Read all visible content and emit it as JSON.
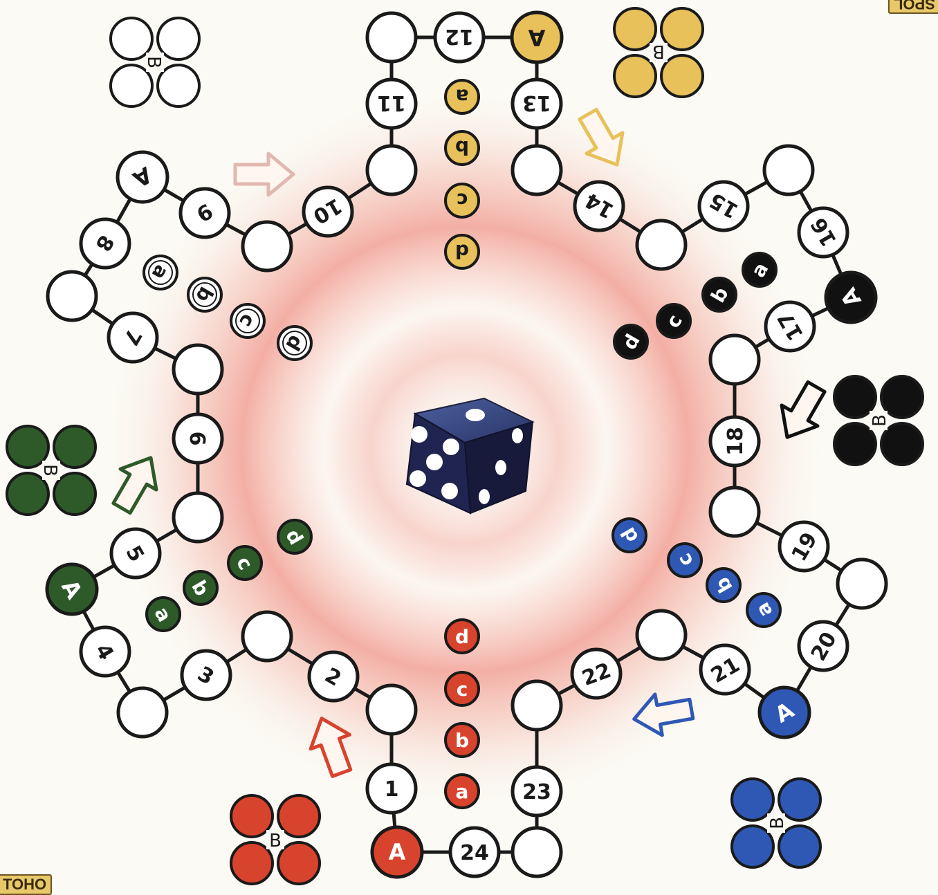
{
  "board": {
    "background": "#fbfaf4",
    "glow_color": "#ef8f8f",
    "track_stroke": "#1a1a1a"
  },
  "corner_labels": {
    "bottom_left": "TOHO",
    "top_right": "SPOL"
  },
  "colors": {
    "red": "#d8432e",
    "yellow": "#e8c15a",
    "green": "#2e5a2a",
    "black": "#111111",
    "blue": "#2f58b4",
    "white": "#ffffff"
  },
  "track": {
    "numbered_fields": [
      "1",
      "2",
      "3",
      "4",
      "5",
      "6",
      "7",
      "8",
      "9",
      "10",
      "11",
      "12",
      "13",
      "14",
      "15",
      "16",
      "17",
      "18",
      "19",
      "20",
      "21",
      "22",
      "23",
      "24"
    ],
    "start_label": "A",
    "base_label": "B"
  },
  "players": [
    {
      "name_icon": "red-pawn",
      "color": "#d8432e",
      "home": [
        "a",
        "b",
        "c",
        "d"
      ]
    },
    {
      "name_icon": "green-pawn",
      "color": "#2e5a2a",
      "home": [
        "a",
        "b",
        "c",
        "d"
      ]
    },
    {
      "name_icon": "white-pawn",
      "color": "#ffffff",
      "home": [
        "a",
        "b",
        "c",
        "d"
      ]
    },
    {
      "name_icon": "yellow-pawn",
      "color": "#e8c15a",
      "home": [
        "a",
        "b",
        "c",
        "d"
      ]
    },
    {
      "name_icon": "black-pawn",
      "color": "#111111",
      "home": [
        "a",
        "b",
        "c",
        "d"
      ]
    },
    {
      "name_icon": "blue-pawn",
      "color": "#2f58b4",
      "home": [
        "a",
        "b",
        "c",
        "d"
      ]
    }
  ],
  "dice": {
    "face_value": 5,
    "icon": "dice-icon"
  }
}
